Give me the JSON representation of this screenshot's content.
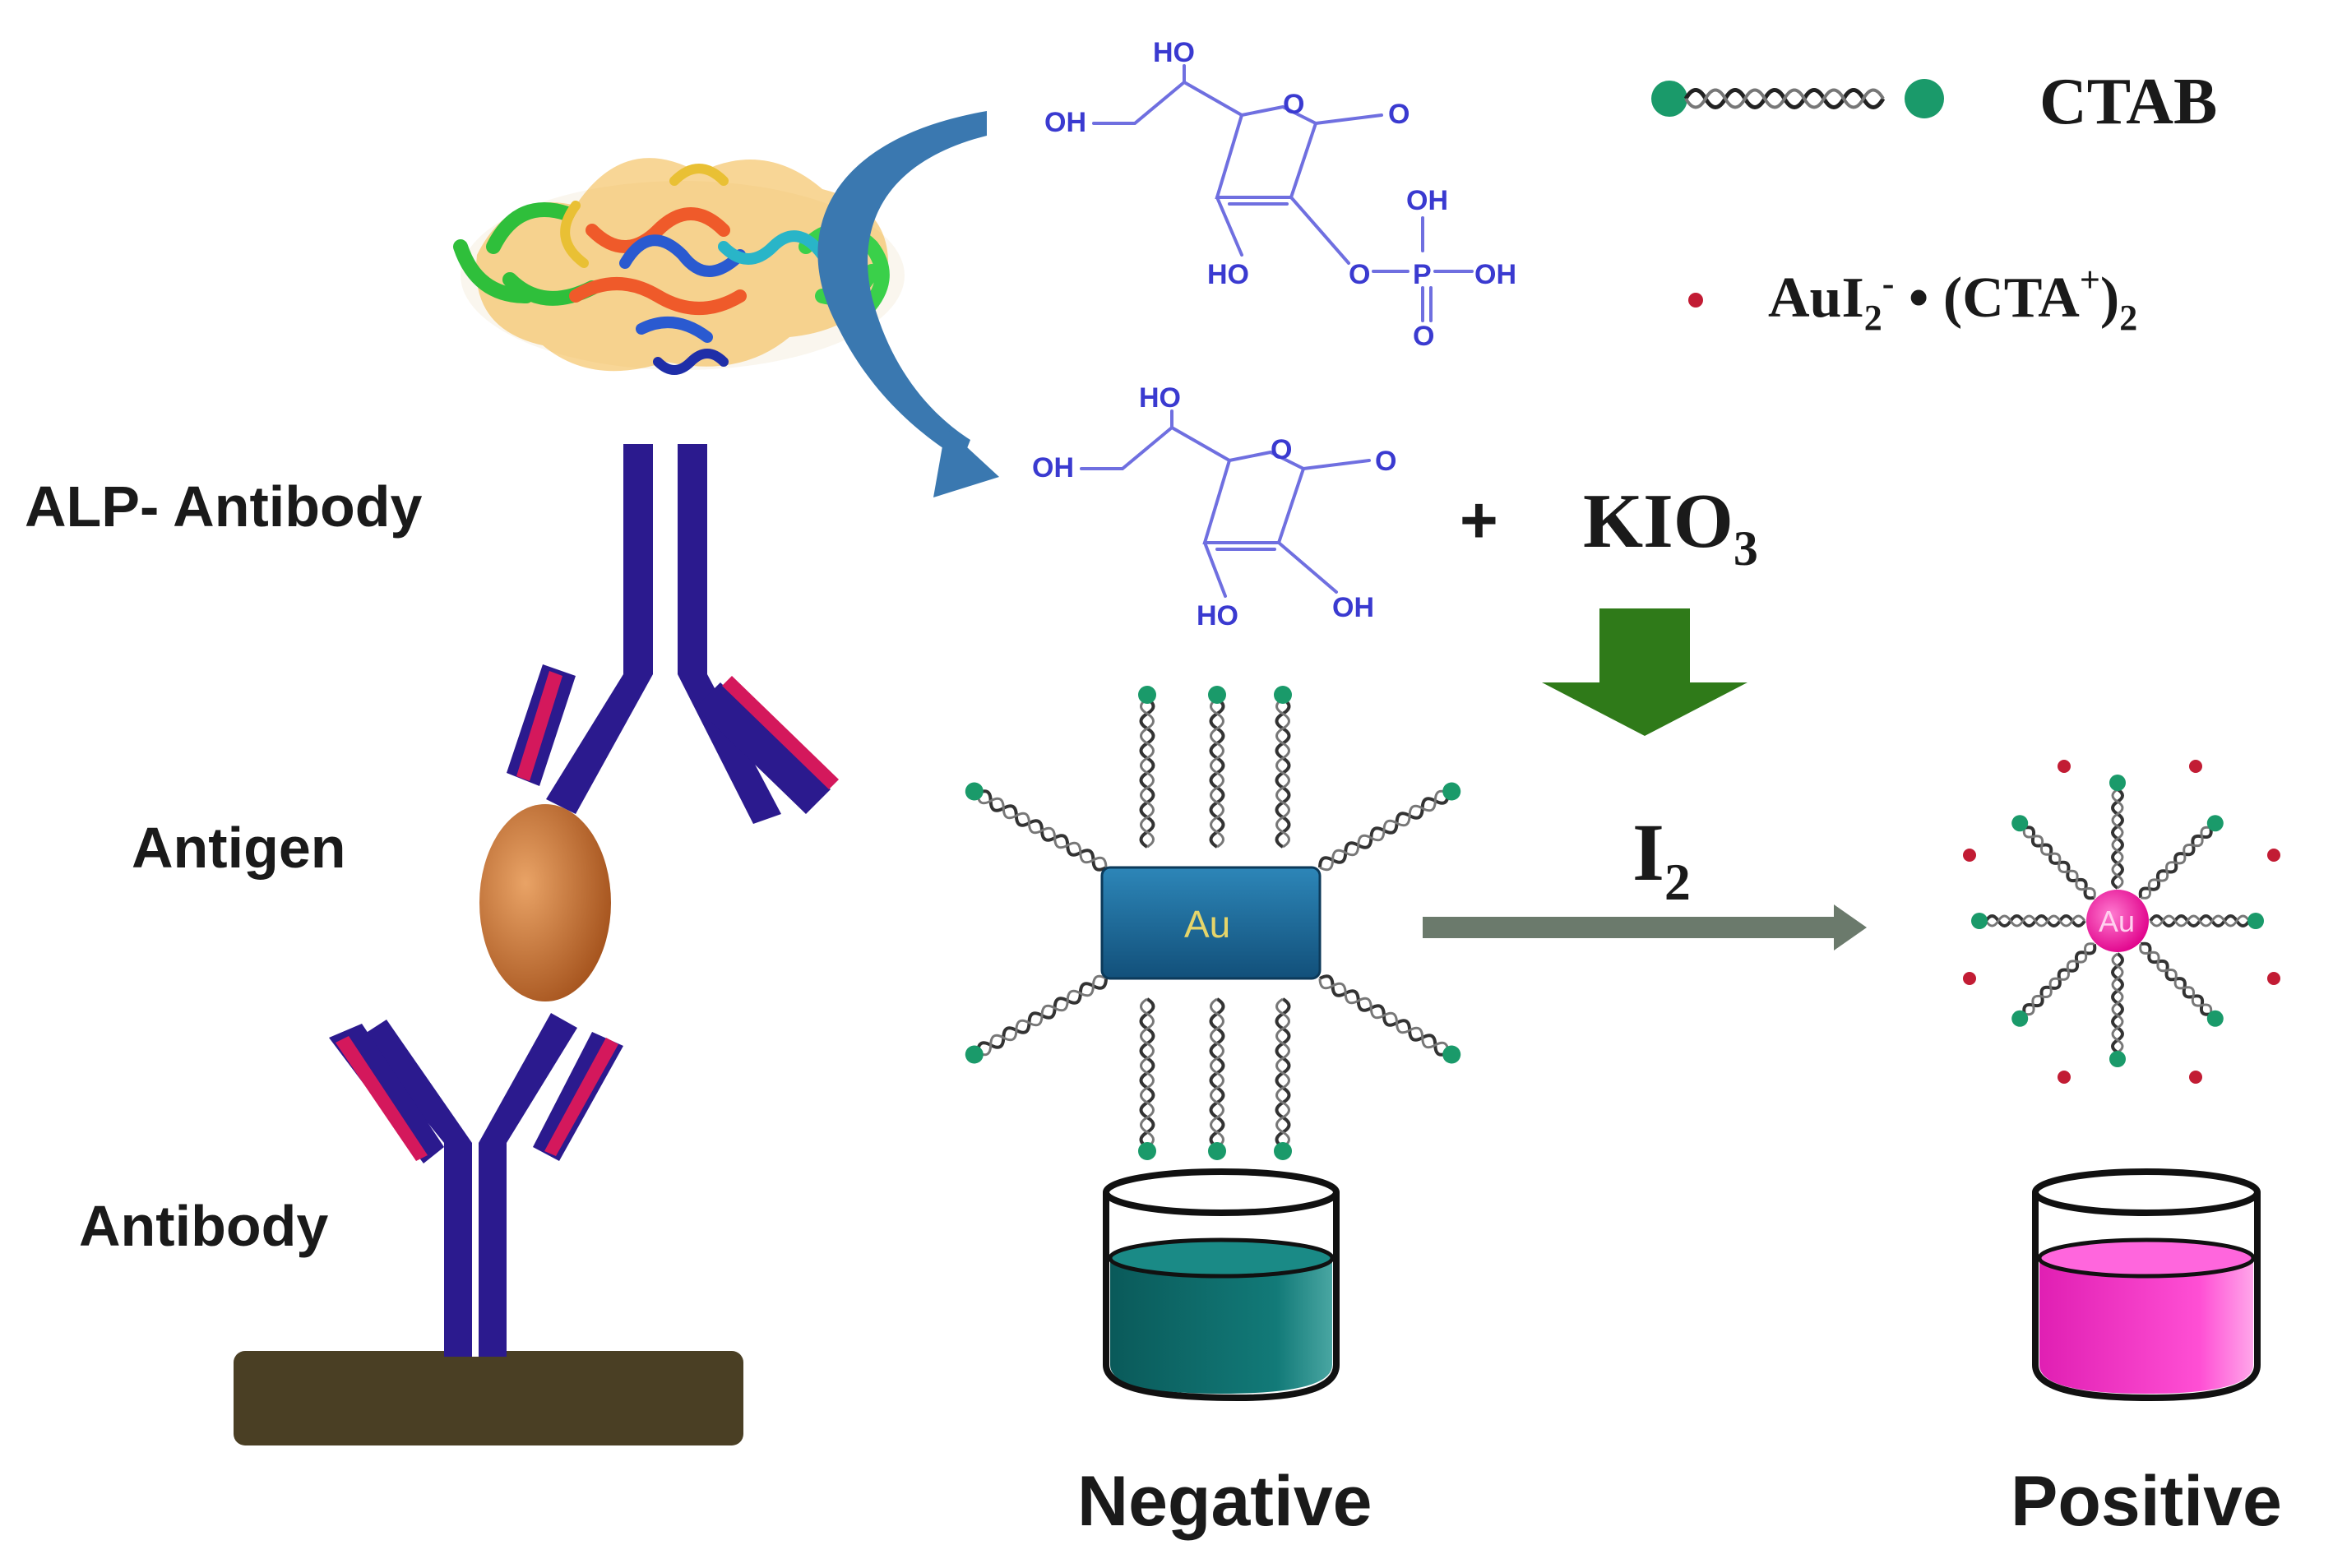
{
  "labels": {
    "alp_antibody": "ALP- Antibody",
    "antigen": "Antigen",
    "antibody": "Antibody",
    "negative": "Negative",
    "positive": "Positive",
    "au": "Au"
  },
  "legend": {
    "ctab": "CTAB",
    "complex_prefix": "AuI",
    "complex_sub1": "2",
    "complex_sup1": "-",
    "complex_mid": " • (CTA",
    "complex_sup2": "+",
    "complex_close": ")",
    "complex_sub2": "2"
  },
  "reaction": {
    "plus": "+",
    "kio3_main": "KIO",
    "kio3_sub": "3",
    "i2_main": "I",
    "i2_sub": "2"
  },
  "chemistry": {
    "ho": "HO",
    "oh": "OH",
    "o": "O",
    "p": "P"
  },
  "colors": {
    "antibody_blue": "#2b1a8e",
    "antibody_pink": "#d4185c",
    "antigen": "#c66d2f",
    "surface": "#4a3f24",
    "curved_arrow": "#3a78b0",
    "down_arrow": "#2f7a19",
    "reaction_arrow": "#6b7a6c",
    "au_rod": "#1c6490",
    "au_sphere": "#ff1fa0",
    "ctab_teal": "#1a9a6a",
    "dots": "#c21c34",
    "negative_liquid": "#127070",
    "positive_liquid": "#ff33cc"
  }
}
